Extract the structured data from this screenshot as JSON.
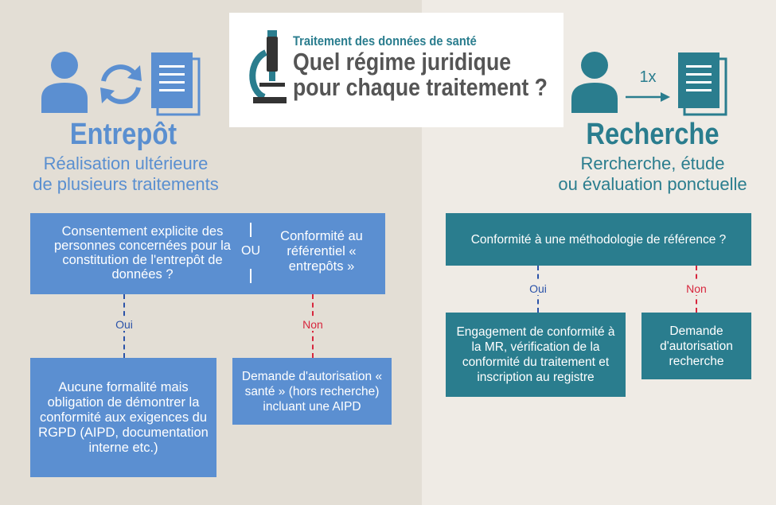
{
  "header": {
    "subtitle": "Traitement des données de santé",
    "title": "Quel régime juridique pour chaque traitement ?"
  },
  "left": {
    "title": "Entrepôt",
    "description": "Réalisation ultérieure\nde plusieurs traitements",
    "question_a": "Consentement explicite des personnes concernées pour la constitution de l'entrepôt de données ?",
    "question_ou": "OU",
    "question_b": "Conformité au référentiel « entrepôts »",
    "oui_label": "Oui",
    "non_label": "Non",
    "oui_answer": "Aucune formalité mais obligation de démontrer la conformité aux exigences du RGPD (AIPD, documentation interne etc.)",
    "non_answer": "Demande d'autorisation « santé » (hors recherche) incluant une AIPD"
  },
  "right": {
    "title": "Recherche",
    "description": "Rercherche, étude\nou évaluation ponctuelle",
    "arrow_label": "1x",
    "question": "Conformité à une méthodologie de référence ?",
    "oui_label": "Oui",
    "non_label": "Non",
    "oui_answer": "Engagement de conformité à la MR, vérification de la conformité du traitement et inscription au registre",
    "non_answer": "Demande d'autorisation recherche"
  },
  "colors": {
    "blue": "#5b8fd1",
    "teal": "#2a7d8e",
    "oui_line": "#2a52a8",
    "non_line": "#d7263d"
  }
}
